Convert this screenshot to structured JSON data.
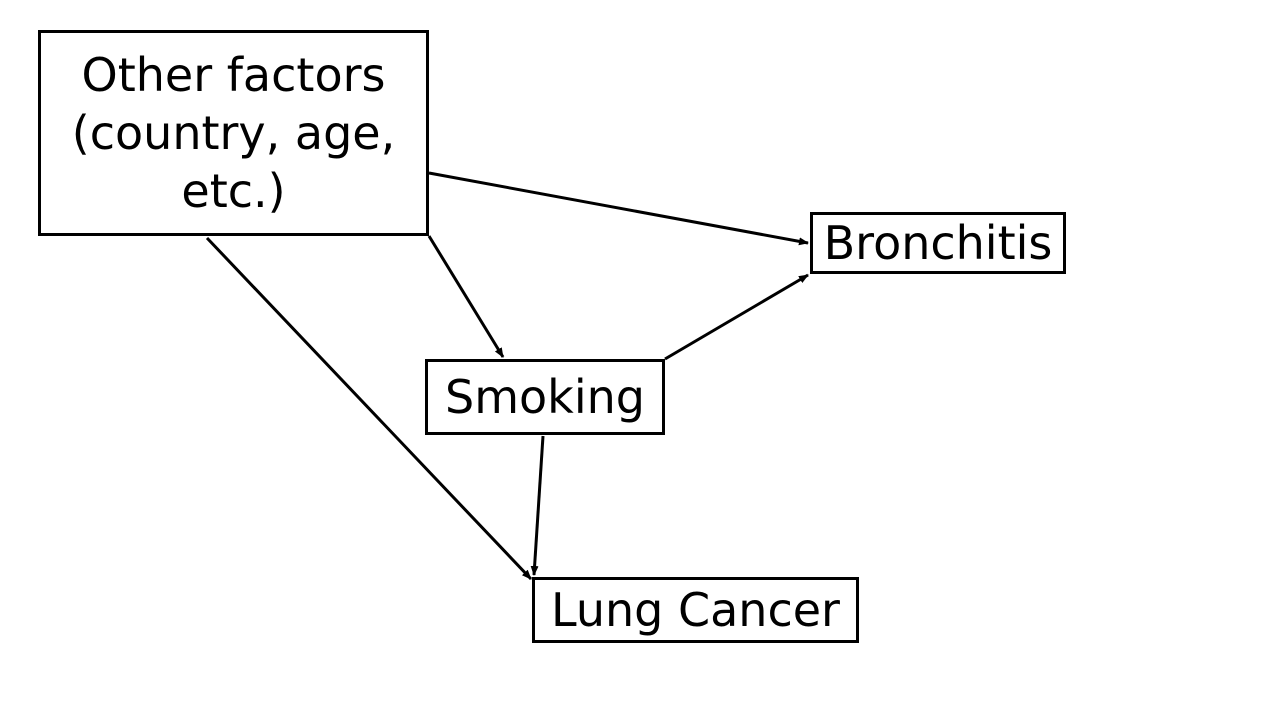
{
  "nodes": {
    "other_factors": {
      "label": "Other factors\n(country, age,\netc.)"
    },
    "bronchitis": {
      "label": "Bronchitis"
    },
    "smoking": {
      "label": "Smoking"
    },
    "lung_cancer": {
      "label": "Lung Cancer"
    }
  },
  "edges": [
    {
      "from": "Other factors",
      "to": "Bronchitis"
    },
    {
      "from": "Other factors",
      "to": "Smoking"
    },
    {
      "from": "Other factors",
      "to": "Lung Cancer"
    },
    {
      "from": "Smoking",
      "to": "Bronchitis"
    },
    {
      "from": "Smoking",
      "to": "Lung Cancer"
    }
  ],
  "colors": {
    "stroke": "#000000",
    "background": "#ffffff"
  }
}
